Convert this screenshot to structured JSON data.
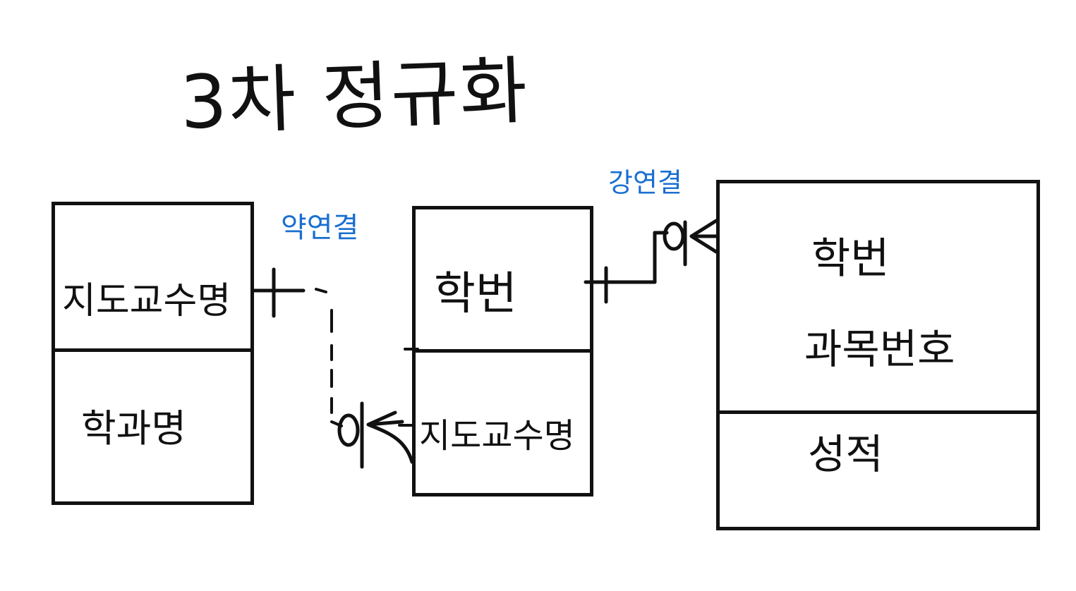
{
  "title": "3차 정규화",
  "entities": {
    "advisor": {
      "key_field": "지도교수명",
      "attribute": "학과명"
    },
    "student": {
      "key_field": "학번",
      "attribute": "지도교수명"
    },
    "enrollment": {
      "key_fields": [
        "학번",
        "과목번호"
      ],
      "attribute": "성적"
    }
  },
  "relationships": {
    "weak": {
      "label": "약연결"
    },
    "strong": {
      "label": "강연결"
    }
  },
  "colors": {
    "ink": "#111111",
    "relationship_label": "#1a6fd1"
  }
}
